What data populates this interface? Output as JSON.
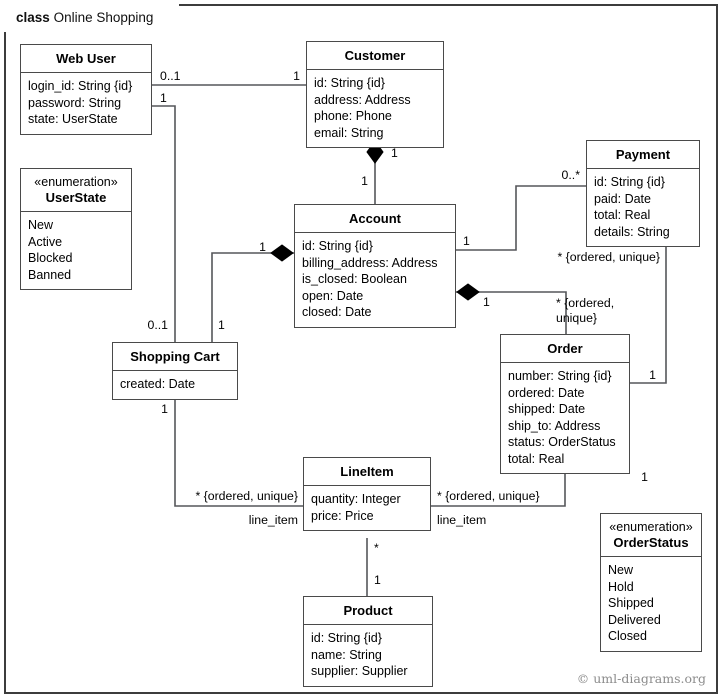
{
  "diagram": {
    "frame_keyword": "class",
    "frame_title": "Online Shopping",
    "credit": "© uml-diagrams.org"
  },
  "classes": {
    "web_user": {
      "name": "Web User",
      "attributes": [
        "login_id: String {id}",
        "password: String",
        "state: UserState"
      ]
    },
    "user_state": {
      "stereotype": "«enumeration»",
      "name": "UserState",
      "attributes": [
        "New",
        "Active",
        "Blocked",
        "Banned"
      ]
    },
    "customer": {
      "name": "Customer",
      "attributes": [
        "id: String {id}",
        "address: Address",
        "phone: Phone",
        "email: String"
      ]
    },
    "account": {
      "name": "Account",
      "attributes": [
        "id: String {id}",
        "billing_address: Address",
        "is_closed: Boolean",
        "open: Date",
        "closed: Date"
      ]
    },
    "payment": {
      "name": "Payment",
      "attributes": [
        "id: String {id}",
        "paid: Date",
        "total: Real",
        "details: String"
      ]
    },
    "order": {
      "name": "Order",
      "attributes": [
        "number: String {id}",
        "ordered: Date",
        "shipped: Date",
        "ship_to: Address",
        "status: OrderStatus",
        "total: Real"
      ]
    },
    "shopping_cart": {
      "name": "Shopping Cart",
      "attributes": [
        "created: Date"
      ]
    },
    "line_item": {
      "name": "LineItem",
      "attributes": [
        "quantity: Integer",
        "price: Price"
      ]
    },
    "product": {
      "name": "Product",
      "attributes": [
        "id: String {id}",
        "name: String",
        "supplier: Supplier"
      ]
    },
    "order_status": {
      "stereotype": "«enumeration»",
      "name": "OrderStatus",
      "attributes": [
        "New",
        "Hold",
        "Shipped",
        "Delivered",
        "Closed"
      ]
    }
  },
  "edge_labels": {
    "webuser_customer_src": "0..1",
    "webuser_customer_tgt": "1",
    "webuser_cart_src": "1",
    "customer_account_src": "1",
    "customer_account_tgt": "1",
    "account_payment_src": "1",
    "account_payment_tgt": "0..*",
    "account_order_src": "1",
    "account_order_tgt_line1": "* {ordered,",
    "account_order_tgt_line2": "unique}",
    "account_cart_src": "1",
    "account_cart_tgt": "1",
    "cart_multiplicity_left": "0..1",
    "cart_bottom": "1",
    "payment_order_src": "* {ordered, unique}",
    "payment_order_tgt": "1",
    "cart_lineitem_tgt": "* {ordered, unique}",
    "cart_lineitem_role": "line_item",
    "order_lineitem_tgt": "* {ordered, unique}",
    "order_lineitem_role": "line_item",
    "order_lineitem_src": "1",
    "lineitem_product_src": "*",
    "lineitem_product_tgt": "1"
  }
}
